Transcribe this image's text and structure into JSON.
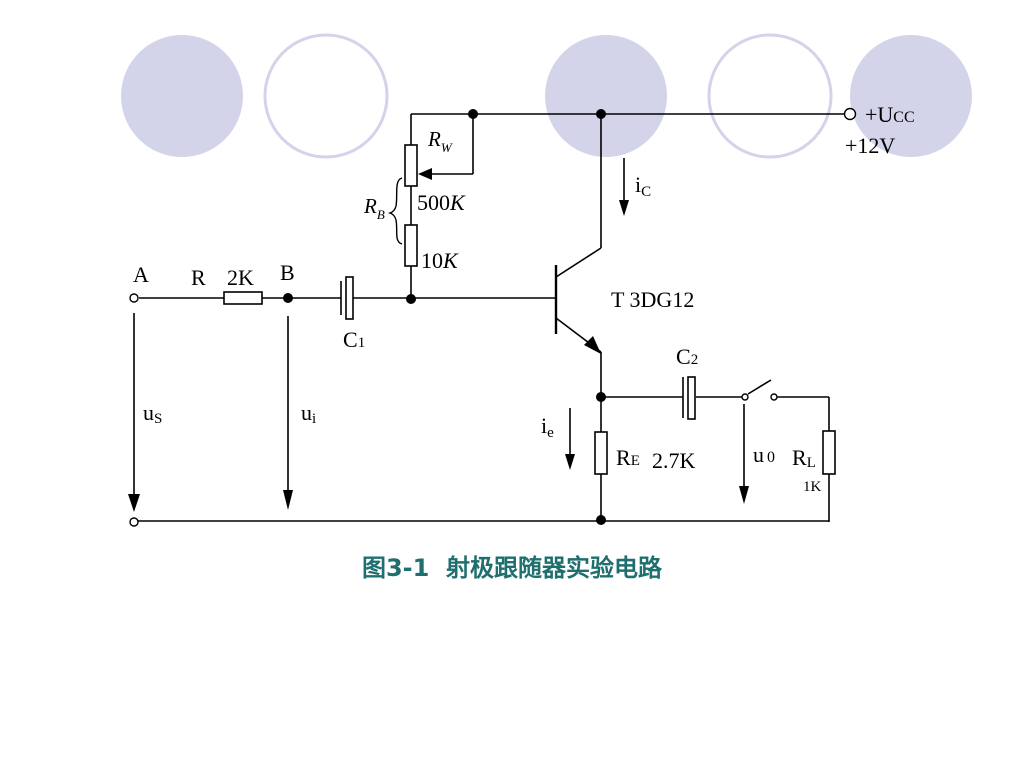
{
  "colors": {
    "circle_fill": "#d3d3ea",
    "circle_stroke": "#d3d3ea",
    "wire": "#000000",
    "caption": "#1f6f6f"
  },
  "labels": {
    "supply_plus_u": "+U",
    "supply_cc": "CC",
    "supply_volt": "+12V",
    "rw_r": "R",
    "rw_sub": "W",
    "rb_r": "R",
    "rb_sub": "B",
    "pot_value": "500",
    "pot_unit": "K",
    "r10_value": "10",
    "r10_unit": "K",
    "ic_i": "i",
    "ic_sub": "C",
    "node_a": "A",
    "r_label": "R",
    "r_value": "2K",
    "node_b": "B",
    "transistor": "T  3DG12",
    "c1": "C",
    "c1_sub": "1",
    "c2": "C",
    "c2_sub": "2",
    "us_u": "u",
    "us_sub": "S",
    "ui_u": "u",
    "ui_sub": "i",
    "ie_i": "i",
    "ie_sub": "e",
    "re_r": "R",
    "re_sub": "E",
    "re_value": "2.7K",
    "uo_u": "u",
    "uo_sub": "0",
    "rl_r": "R",
    "rl_sub": "L",
    "rl_value": "1K"
  },
  "caption": {
    "prefix": "图",
    "number": "3-1",
    "title": "射极跟随器实验电路"
  }
}
